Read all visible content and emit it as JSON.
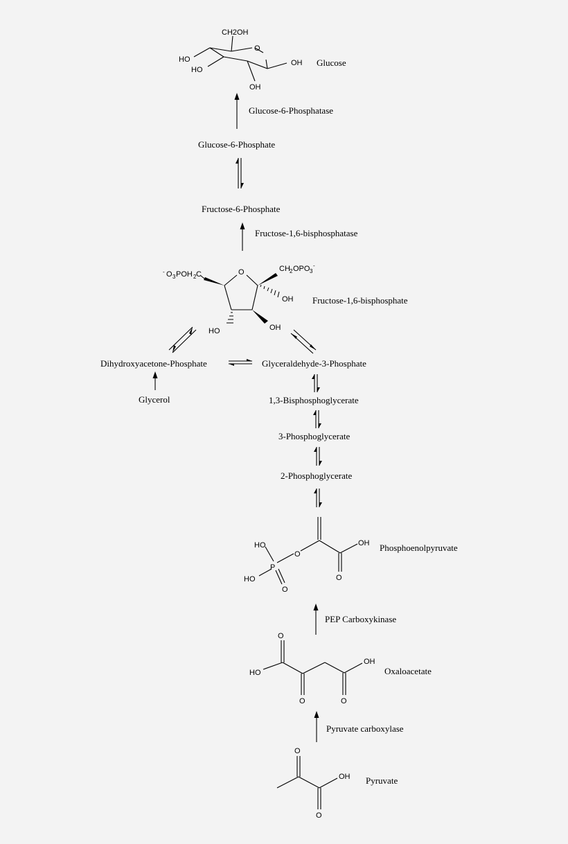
{
  "compounds": {
    "glucose": "Glucose",
    "g6p": "Glucose-6-Phosphate",
    "f6p": "Fructose-6-Phosphate",
    "f16bp": "Fructose-1,6-bisphosphate",
    "dhap": "Dihydroxyacetone-Phosphate",
    "g3p": "Glyceraldehyde-3-Phosphate",
    "glycerol": "Glycerol",
    "bpg13": "1,3-Bisphosphoglycerate",
    "pg3": "3-Phosphoglycerate",
    "pg2": "2-Phosphoglycerate",
    "pep": "Phosphoenolpyruvate",
    "oaa": "Oxaloacetate",
    "pyruvate": "Pyruvate"
  },
  "enzymes": {
    "g6pase": "Glucose-6-Phosphatase",
    "fbpase": "Fructose-1,6-bisphosphatase",
    "pepck": "PEP Carboxykinase",
    "pc": "Pyruvate carboxylase"
  },
  "atoms": {
    "ch2oh": "CH2OH",
    "oh": "OH",
    "ho": "HO",
    "o": "O",
    "p": "P",
    "minus": "-",
    "o3poh2c_a": "O",
    "o3poh2c_b": "3",
    "o3poh2c_c": "POH",
    "o3poh2c_d": "2",
    "o3poh2c_e": "C",
    "ch2opo3_a": "CH",
    "ch2opo3_b": "2",
    "ch2opo3_c": "OPO",
    "ch2opo3_d": "3"
  }
}
